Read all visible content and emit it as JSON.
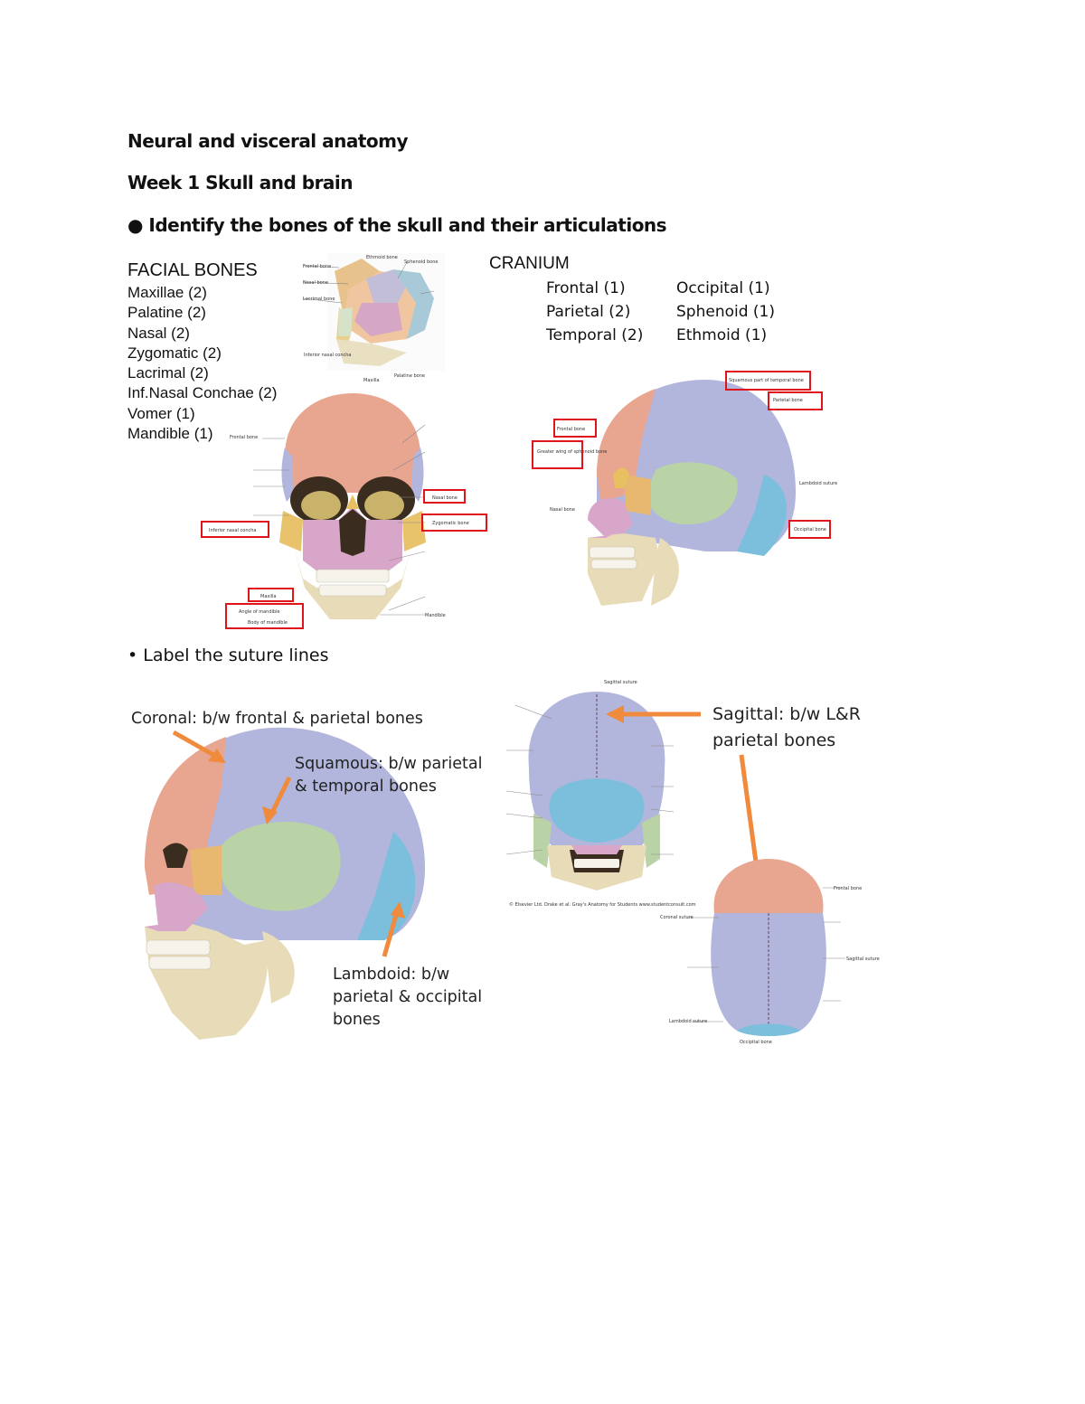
{
  "document": {
    "title": "Neural and visceral anatomy",
    "week": "Week 1 Skull and brain",
    "objective1": "● Identify the bones of the skull and their articulations",
    "objective2": "• Label the suture lines"
  },
  "facial_bones": {
    "title": "FACIAL BONES",
    "items": [
      "Maxillae (2)",
      "Palatine (2)",
      "Nasal (2)",
      "Zygomatic (2)",
      "Lacrimal (2)",
      "Inf.Nasal Conchae (2)",
      "Vomer (1)",
      "Mandible (1)"
    ]
  },
  "cranium": {
    "title": "CRANIUM",
    "col1": [
      "Frontal (1)",
      "Parietal (2)",
      "Temporal (2)"
    ],
    "col2": [
      "Occipital (1)",
      "Sphenoid (1)",
      "Ethmoid (1)"
    ]
  },
  "sutures": {
    "coronal": "Coronal: b/w frontal & parietal bones",
    "squamous_1": "Squamous: b/w parietal",
    "squamous_2": "& temporal bones",
    "lambdoid_1": "Lambdoid: b/w",
    "lambdoid_2": "parietal  & occipital",
    "lambdoid_3": "bones",
    "sagittal_1": "Sagittal: b/w L&R",
    "sagittal_2": "parietal bones"
  },
  "figure_labels": {
    "nasal_frontal": "Frontal bone",
    "nasal_nasal": "Nasal bone",
    "nasal_lacrimal": "Lacrimal bone",
    "nasal_ethmoid": "Ethmoid bone",
    "nasal_sphenoid": "Sphenoid bone",
    "nasal_inferior": "Inferior nasal concha",
    "nasal_maxilla": "Maxilla",
    "nasal_palatine": "Palatine bone",
    "front_frontal": "Frontal bone",
    "front_nasal": "Nasal bone",
    "front_zygomatic": "Zygomatic bone",
    "front_inferior": "Inferior nasal concha",
    "front_maxilla": "Maxilla",
    "front_angle": "Angle of mandible",
    "front_body": "Body of mandible",
    "front_mandible": "Mandible",
    "side_squamous": "Squamous part of temporal bone",
    "side_parietal": "Parietal bone",
    "side_frontal": "Frontal bone",
    "side_greater": "Greater wing of sphenoid bone",
    "side_occipital": "Occipital bone",
    "side_nasal": "Nasal bone",
    "side_lambdoid": "Lambdoid suture",
    "post_sagittal": "Sagittal suture",
    "post_copyright": "© Elsevier Ltd. Drake et al: Gray's Anatomy for Students www.studentconsult.com",
    "top_frontal": "Frontal bone",
    "top_sagittal": "Sagittal suture",
    "top_coronal": "Coronal suture",
    "top_lambdoid": "Lambdoid suture",
    "top_occipital": "Occipital bone"
  },
  "colors": {
    "frontal": "#e8a58f",
    "parietal": "#b3b6dc",
    "temporal": "#b9d3a6",
    "occipital": "#7cbfdc",
    "sphenoid": "#e8b870",
    "zygomatic": "#e8c36c",
    "maxilla": "#d8a6c9",
    "mandible": "#e8dcb8",
    "nasal": "#e8c060",
    "highlight_box": "#e0151b",
    "arrow": "#f08a3c"
  }
}
